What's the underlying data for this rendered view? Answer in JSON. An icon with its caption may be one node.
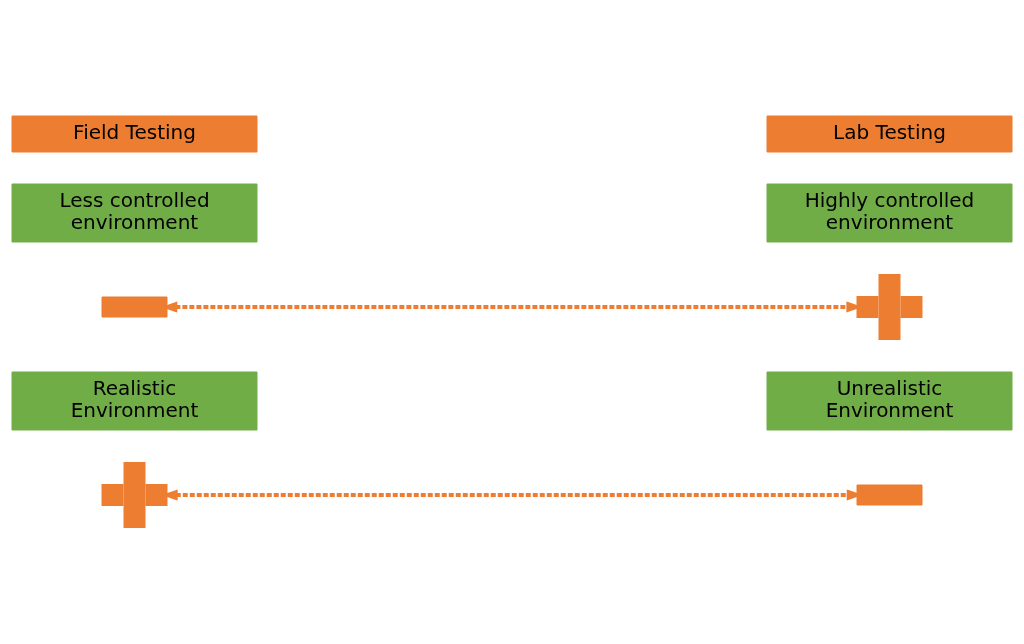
{
  "diagram": {
    "nodes": [
      {
        "text": [
          "Field Testing"
        ]
      },
      {
        "text": [
          "Lab Testing"
        ]
      },
      {
        "text": [
          "Less controlled environment"
        ]
      },
      {
        "text": [
          "Highly controlled environment"
        ]
      },
      {
        "text": [],
        "shape": "minus"
      },
      {
        "text": [],
        "shape": "plus"
      },
      {
        "text": [
          "Realistic Environment"
        ]
      },
      {
        "text": [
          "Unrealistic Environment"
        ]
      },
      {
        "text": [],
        "shape": "plus"
      },
      {
        "text": [],
        "shape": "minus"
      }
    ],
    "edges": [
      {
        "from": 4,
        "to": 5,
        "arrow": "both",
        "style": "dashed"
      },
      {
        "from": 8,
        "to": 9,
        "arrow": "both",
        "style": "dashed"
      }
    ]
  }
}
